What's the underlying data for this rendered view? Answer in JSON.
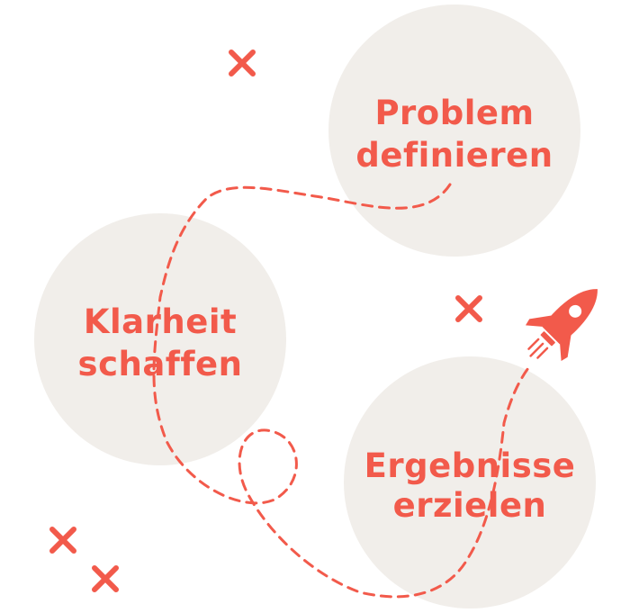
{
  "steps": [
    {
      "line1": "Problem",
      "line2": "definieren"
    },
    {
      "line1": "Klarheit",
      "line2": "schaffen"
    },
    {
      "line1": "Ergebnisse",
      "line2": "erzielen"
    }
  ],
  "decorations": {
    "cross_icon": "x-mark",
    "rocket_icon": "rocket"
  },
  "colors": {
    "accent": "#f25a4b",
    "circle_fill": "#f1eeea",
    "background": "#ffffff"
  }
}
